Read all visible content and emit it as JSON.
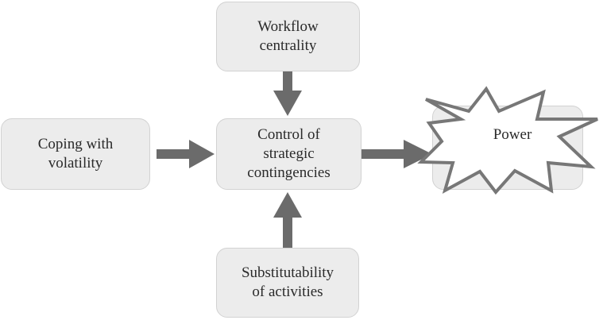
{
  "nodes": {
    "workflow_centrality": "Workflow\ncentrality",
    "control": "Control of\nstrategic\ncontingencies",
    "coping": "Coping with\nvolatility",
    "substitutability": "Substitutability\nof activities",
    "power": "Power"
  },
  "colors": {
    "box_fill": "#ececec",
    "box_border": "#d2d2d2",
    "arrow": "#6b6b6b",
    "text": "#2a2a2a",
    "starburst_fill": "#ffffff",
    "starburst_stroke": "#777777"
  },
  "edges": [
    {
      "from": "Workflow centrality",
      "to": "Control of strategic contingencies"
    },
    {
      "from": "Coping with volatility",
      "to": "Control of strategic contingencies"
    },
    {
      "from": "Substitutability of activities",
      "to": "Control of strategic contingencies"
    },
    {
      "from": "Control of strategic contingencies",
      "to": "Power"
    }
  ]
}
